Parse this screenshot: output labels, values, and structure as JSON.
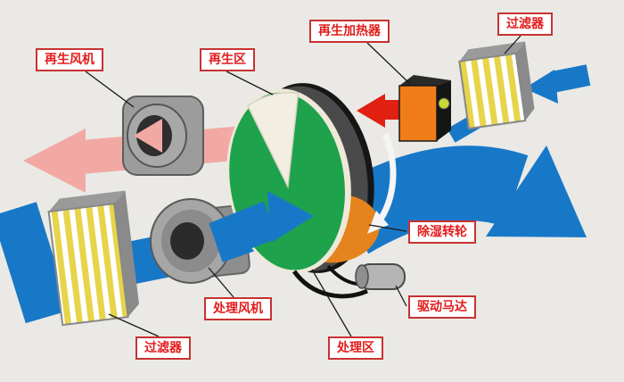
{
  "diagram": {
    "labels": {
      "regen_fan": "再生风机",
      "regen_zone": "再生区",
      "regen_heater": "再生加热器",
      "filter_top": "过滤器",
      "wheel": "除湿转轮",
      "motor": "驱动马达",
      "process_fan": "处理风机",
      "process_zone": "处理区",
      "filter_bottom": "过滤器"
    },
    "colors": {
      "background": "#eae9e5",
      "process_air_blue": "#1878c8",
      "regen_exhaust_pink": "#f2a9a4",
      "hot_air_red": "#e02010",
      "wheel_green": "#1fa24c",
      "wedge_ivory": "#f2eee2",
      "heater_orange": "#f07d18",
      "filter_yellow": "#e7d44a",
      "label_red": "#e31b1b"
    }
  }
}
